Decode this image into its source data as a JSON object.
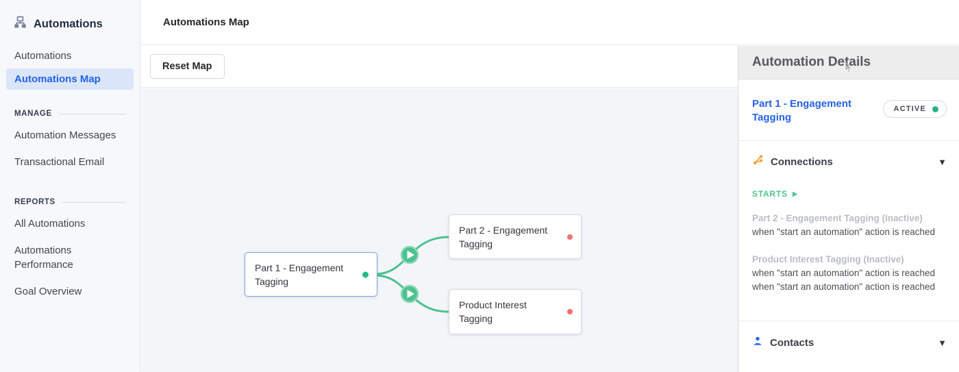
{
  "colors": {
    "accent_blue": "#2563e5",
    "green": "#25bb88",
    "connector_green": "#4cc191",
    "red": "#f2716e",
    "orange": "#f2a33c"
  },
  "sidebar": {
    "title": "Automations",
    "items": [
      {
        "label": "Automations",
        "active": false
      },
      {
        "label": "Automations Map",
        "active": true
      }
    ],
    "sections": [
      {
        "label": "MANAGE",
        "items": [
          "Automation Messages",
          "Transactional Email"
        ]
      },
      {
        "label": "REPORTS",
        "items": [
          "All Automations",
          "Automations Performance",
          "Goal Overview"
        ]
      }
    ]
  },
  "topbar": {
    "title": "Automations Map"
  },
  "toolbar": {
    "reset_button": "Reset Map"
  },
  "map": {
    "nodes": [
      {
        "title": "Part 1 - Engagement Tagging",
        "status": "active",
        "selected": true
      },
      {
        "title": "Part 2 - Engagement Tagging",
        "status": "inactive",
        "selected": false
      },
      {
        "title": "Product Interest Tagging",
        "status": "inactive",
        "selected": false
      }
    ]
  },
  "details": {
    "header": "Automation Details",
    "automation_title": "Part 1 - Engagement Tagging",
    "status_badge": "ACTIVE",
    "connections": {
      "title": "Connections",
      "starts_label": "STARTS",
      "starts_arrow": "▶",
      "caret": "▼",
      "groups": [
        {
          "name": "Part 2 - Engagement Tagging (Inactive)",
          "lines": [
            "when \"start an automation\" action is reached"
          ]
        },
        {
          "name": "Product Interest Tagging (Inactive)",
          "lines": [
            "when \"start an automation\" action is reached",
            "when \"start an automation\" action is reached"
          ]
        }
      ]
    },
    "contacts": {
      "title": "Contacts",
      "caret": "▼"
    }
  }
}
